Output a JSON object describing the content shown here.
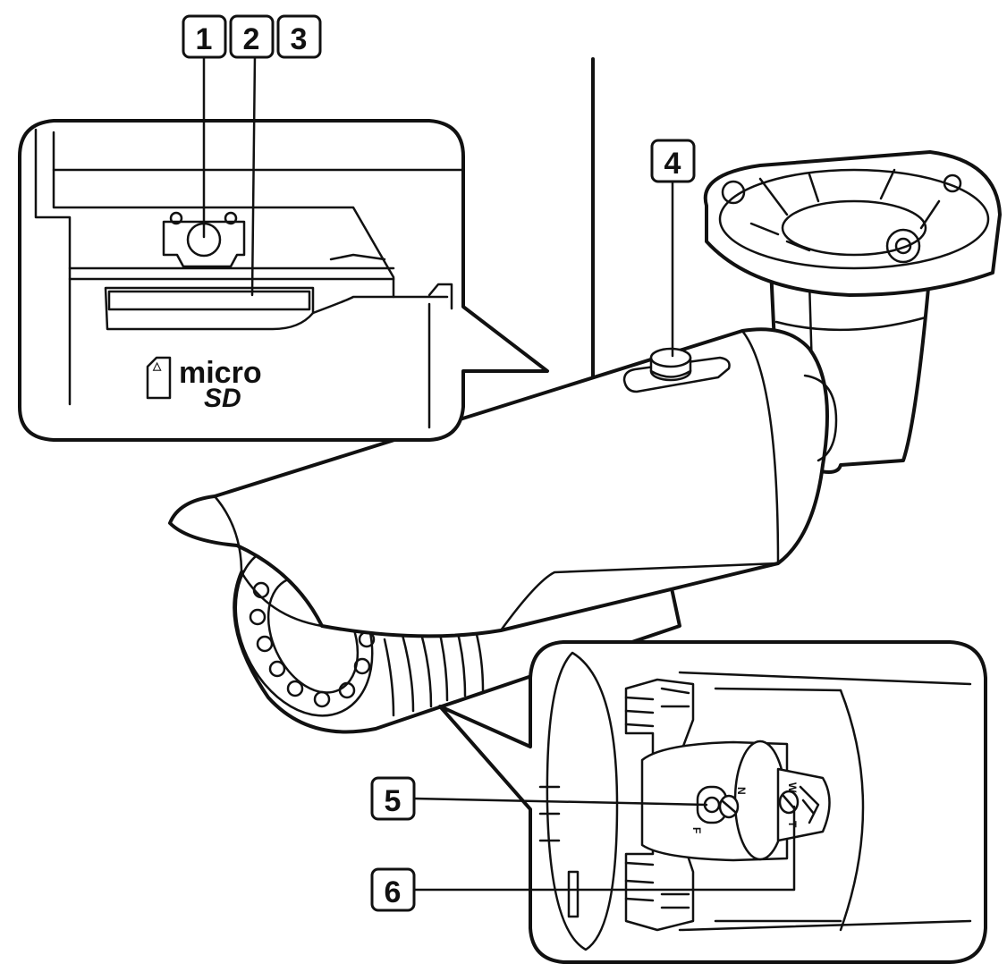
{
  "callouts": [
    {
      "id": 1,
      "label": "1"
    },
    {
      "id": 2,
      "label": "2"
    },
    {
      "id": 3,
      "label": "3"
    },
    {
      "id": 4,
      "label": "4"
    },
    {
      "id": 5,
      "label": "5"
    },
    {
      "id": 6,
      "label": "6"
    }
  ],
  "microsd_logo": {
    "line1": "micro",
    "line2": "SD"
  },
  "focus_markings": {
    "far": "F",
    "near": "N",
    "tele": "T",
    "wide": "W"
  }
}
